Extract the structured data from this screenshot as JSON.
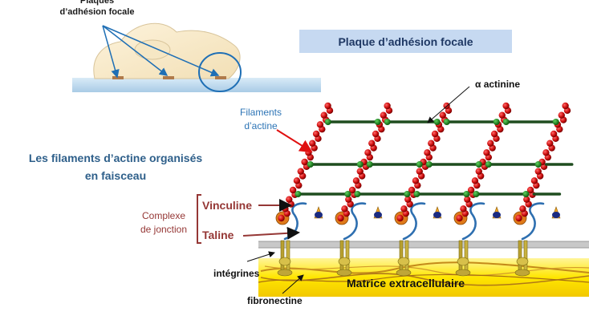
{
  "labels": {
    "plaques_line1": "Plaques",
    "plaques_line2": "d’adhésion focale",
    "banner": "Plaque d’adhésion focale",
    "alpha_actinine": "α actinine",
    "filaments_line1": "Filaments",
    "filaments_line2": "d’actine",
    "organises_line1": "Les filaments d’actine organisés",
    "organises_line2": "en faisceau",
    "vinculine": "Vinculine",
    "taline": "Taline",
    "complexe_line1": "Complexe",
    "complexe_line2": "de jonction",
    "integrines": "intégrines",
    "fibronectine": "fibronectine",
    "matrice": "Matrice extracellulaire"
  },
  "colors": {
    "banner_bg": "#c6d9f1",
    "actin": "#c00000",
    "alpha_actinin": "#1e7a1e",
    "vinculin": "#e07a1a",
    "talin": "#2e6fb0",
    "integrin": "#b8a030",
    "matrix": "#ffe600",
    "label_red": "#953735",
    "label_blue": "#2e75b6"
  }
}
